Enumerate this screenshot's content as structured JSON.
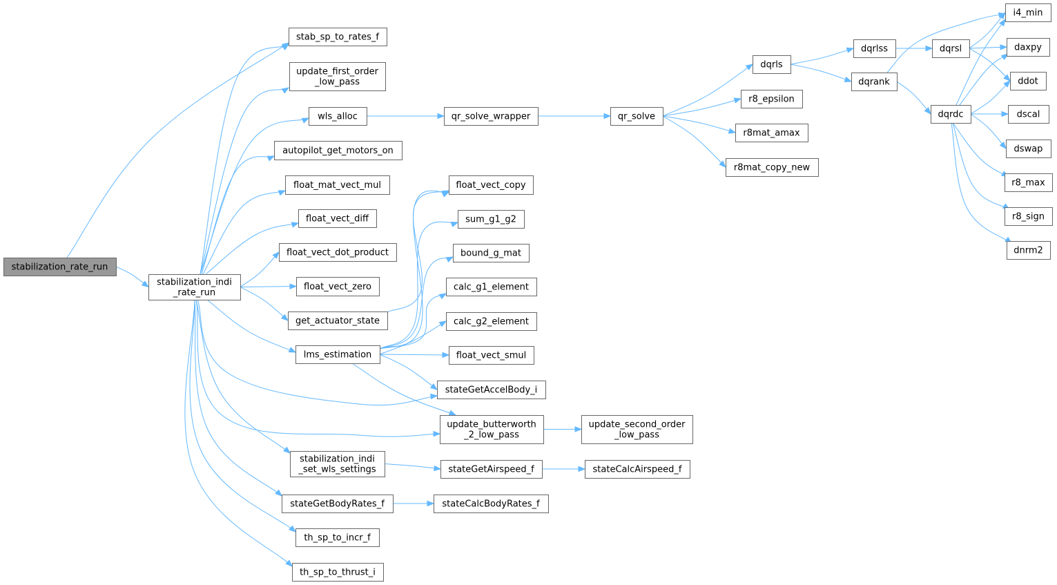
{
  "colors": {
    "edge": "#63b8ff",
    "node_border": "#666666",
    "node_fill": "#ffffff",
    "root_fill": "#999999",
    "text": "#000000"
  },
  "nodes": [
    {
      "id": "stabilization_rate_run",
      "lines": [
        "stabilization_rate_run"
      ],
      "root": true
    },
    {
      "id": "stabilization_indi_rate_run",
      "lines": [
        "stabilization_indi",
        "_rate_run"
      ]
    },
    {
      "id": "stab_sp_to_rates_f",
      "lines": [
        "stab_sp_to_rates_f"
      ]
    },
    {
      "id": "update_first_order_low_pass",
      "lines": [
        "update_first_order",
        "_low_pass"
      ]
    },
    {
      "id": "wls_alloc",
      "lines": [
        "wls_alloc"
      ]
    },
    {
      "id": "autopilot_get_motors_on",
      "lines": [
        "autopilot_get_motors_on"
      ]
    },
    {
      "id": "float_mat_vect_mul",
      "lines": [
        "float_mat_vect_mul"
      ]
    },
    {
      "id": "float_vect_diff",
      "lines": [
        "float_vect_diff"
      ]
    },
    {
      "id": "float_vect_dot_product",
      "lines": [
        "float_vect_dot_product"
      ]
    },
    {
      "id": "float_vect_zero",
      "lines": [
        "float_vect_zero"
      ]
    },
    {
      "id": "get_actuator_state",
      "lines": [
        "get_actuator_state"
      ]
    },
    {
      "id": "lms_estimation",
      "lines": [
        "lms_estimation"
      ]
    },
    {
      "id": "stabilization_indi_set_wls_settings",
      "lines": [
        "stabilization_indi",
        "_set_wls_settings"
      ]
    },
    {
      "id": "stateGetBodyRates_f",
      "lines": [
        "stateGetBodyRates_f"
      ]
    },
    {
      "id": "th_sp_to_incr_f",
      "lines": [
        "th_sp_to_incr_f"
      ]
    },
    {
      "id": "th_sp_to_thrust_i",
      "lines": [
        "th_sp_to_thrust_i"
      ]
    },
    {
      "id": "qr_solve_wrapper",
      "lines": [
        "qr_solve_wrapper"
      ]
    },
    {
      "id": "float_vect_copy",
      "lines": [
        "float_vect_copy"
      ]
    },
    {
      "id": "sum_g1_g2",
      "lines": [
        "sum_g1_g2"
      ]
    },
    {
      "id": "bound_g_mat",
      "lines": [
        "bound_g_mat"
      ]
    },
    {
      "id": "calc_g1_element",
      "lines": [
        "calc_g1_element"
      ]
    },
    {
      "id": "calc_g2_element",
      "lines": [
        "calc_g2_element"
      ]
    },
    {
      "id": "float_vect_smul",
      "lines": [
        "float_vect_smul"
      ]
    },
    {
      "id": "stateGetAccelBody_i",
      "lines": [
        "stateGetAccelBody_i"
      ]
    },
    {
      "id": "update_butterworth_2_low_pass",
      "lines": [
        "update_butterworth",
        "_2_low_pass"
      ]
    },
    {
      "id": "stateGetAirspeed_f",
      "lines": [
        "stateGetAirspeed_f"
      ]
    },
    {
      "id": "stateCalcBodyRates_f",
      "lines": [
        "stateCalcBodyRates_f"
      ]
    },
    {
      "id": "update_second_order_low_pass",
      "lines": [
        "update_second_order",
        "_low_pass"
      ]
    },
    {
      "id": "stateCalcAirspeed_f",
      "lines": [
        "stateCalcAirspeed_f"
      ]
    },
    {
      "id": "qr_solve",
      "lines": [
        "qr_solve"
      ]
    },
    {
      "id": "dqrls",
      "lines": [
        "dqrls"
      ]
    },
    {
      "id": "r8_epsilon",
      "lines": [
        "r8_epsilon"
      ]
    },
    {
      "id": "r8mat_amax",
      "lines": [
        "r8mat_amax"
      ]
    },
    {
      "id": "r8mat_copy_new",
      "lines": [
        "r8mat_copy_new"
      ]
    },
    {
      "id": "dqrlss",
      "lines": [
        "dqrlss"
      ]
    },
    {
      "id": "dqrank",
      "lines": [
        "dqrank"
      ]
    },
    {
      "id": "dqrsl",
      "lines": [
        "dqrsl"
      ]
    },
    {
      "id": "dqrdc",
      "lines": [
        "dqrdc"
      ]
    },
    {
      "id": "i4_min",
      "lines": [
        "i4_min"
      ]
    },
    {
      "id": "daxpy",
      "lines": [
        "daxpy"
      ]
    },
    {
      "id": "ddot",
      "lines": [
        "ddot"
      ]
    },
    {
      "id": "dscal",
      "lines": [
        "dscal"
      ]
    },
    {
      "id": "dswap",
      "lines": [
        "dswap"
      ]
    },
    {
      "id": "r8_max",
      "lines": [
        "r8_max"
      ]
    },
    {
      "id": "r8_sign",
      "lines": [
        "r8_sign"
      ]
    },
    {
      "id": "dnrm2",
      "lines": [
        "dnrm2"
      ]
    }
  ],
  "edges": [
    [
      "stabilization_rate_run",
      "stab_sp_to_rates_f"
    ],
    [
      "stabilization_rate_run",
      "stabilization_indi_rate_run"
    ],
    [
      "stabilization_indi_rate_run",
      "stab_sp_to_rates_f"
    ],
    [
      "stabilization_indi_rate_run",
      "update_first_order_low_pass"
    ],
    [
      "stabilization_indi_rate_run",
      "wls_alloc"
    ],
    [
      "stabilization_indi_rate_run",
      "autopilot_get_motors_on"
    ],
    [
      "stabilization_indi_rate_run",
      "float_mat_vect_mul"
    ],
    [
      "stabilization_indi_rate_run",
      "float_vect_diff"
    ],
    [
      "stabilization_indi_rate_run",
      "float_vect_dot_product"
    ],
    [
      "stabilization_indi_rate_run",
      "float_vect_zero"
    ],
    [
      "stabilization_indi_rate_run",
      "get_actuator_state"
    ],
    [
      "stabilization_indi_rate_run",
      "lms_estimation"
    ],
    [
      "stabilization_indi_rate_run",
      "stateGetAccelBody_i"
    ],
    [
      "stabilization_indi_rate_run",
      "update_butterworth_2_low_pass"
    ],
    [
      "stabilization_indi_rate_run",
      "stabilization_indi_set_wls_settings"
    ],
    [
      "stabilization_indi_rate_run",
      "stateGetBodyRates_f"
    ],
    [
      "stabilization_indi_rate_run",
      "th_sp_to_incr_f"
    ],
    [
      "stabilization_indi_rate_run",
      "th_sp_to_thrust_i"
    ],
    [
      "wls_alloc",
      "qr_solve_wrapper"
    ],
    [
      "get_actuator_state",
      "float_vect_copy"
    ],
    [
      "lms_estimation",
      "float_vect_copy"
    ],
    [
      "lms_estimation",
      "sum_g1_g2"
    ],
    [
      "lms_estimation",
      "bound_g_mat"
    ],
    [
      "lms_estimation",
      "calc_g1_element"
    ],
    [
      "lms_estimation",
      "calc_g2_element"
    ],
    [
      "lms_estimation",
      "float_vect_smul"
    ],
    [
      "lms_estimation",
      "stateGetAccelBody_i"
    ],
    [
      "lms_estimation",
      "update_butterworth_2_low_pass"
    ],
    [
      "stabilization_indi_set_wls_settings",
      "stateGetAirspeed_f"
    ],
    [
      "stateGetBodyRates_f",
      "stateCalcBodyRates_f"
    ],
    [
      "update_butterworth_2_low_pass",
      "update_second_order_low_pass"
    ],
    [
      "stateGetAirspeed_f",
      "stateCalcAirspeed_f"
    ],
    [
      "qr_solve_wrapper",
      "qr_solve"
    ],
    [
      "qr_solve",
      "dqrls"
    ],
    [
      "qr_solve",
      "r8_epsilon"
    ],
    [
      "qr_solve",
      "r8mat_amax"
    ],
    [
      "qr_solve",
      "r8mat_copy_new"
    ],
    [
      "dqrls",
      "dqrlss"
    ],
    [
      "dqrls",
      "dqrank"
    ],
    [
      "dqrlss",
      "dqrsl"
    ],
    [
      "dqrank",
      "i4_min"
    ],
    [
      "dqrank",
      "dqrdc"
    ],
    [
      "dqrsl",
      "i4_min"
    ],
    [
      "dqrsl",
      "daxpy"
    ],
    [
      "dqrsl",
      "ddot"
    ],
    [
      "dqrdc",
      "i4_min"
    ],
    [
      "dqrdc",
      "daxpy"
    ],
    [
      "dqrdc",
      "ddot"
    ],
    [
      "dqrdc",
      "dscal"
    ],
    [
      "dqrdc",
      "dswap"
    ],
    [
      "dqrdc",
      "r8_max"
    ],
    [
      "dqrdc",
      "r8_sign"
    ],
    [
      "dqrdc",
      "dnrm2"
    ]
  ]
}
